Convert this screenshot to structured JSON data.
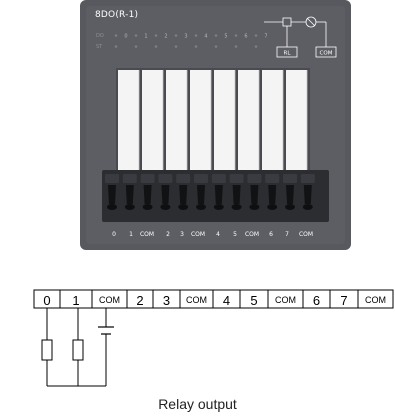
{
  "module": {
    "name": "8DO(R-1)",
    "status_rows": [
      {
        "label": "DO",
        "channels": [
          "0",
          "1",
          "2",
          "3",
          "4",
          "5",
          "6",
          "7"
        ]
      },
      {
        "label": "ST",
        "channels": []
      }
    ],
    "symbol_labels": {
      "rl": "RL",
      "com": "COM"
    },
    "terminal_labels": [
      "0",
      "1",
      "COM",
      "2",
      "3",
      "COM",
      "4",
      "5",
      "COM",
      "6",
      "7",
      "COM"
    ]
  },
  "wiring": {
    "terminals": [
      "0",
      "1",
      "COM",
      "2",
      "3",
      "COM",
      "4",
      "5",
      "COM",
      "6",
      "7",
      "COM"
    ]
  },
  "caption": "Relay output",
  "colors": {
    "housing": "#58595f",
    "face": "#5d5e64",
    "relay_slot": "#f4f4f4",
    "terminal_block": "#2c2d31",
    "led_dot": "#7d7e83"
  }
}
